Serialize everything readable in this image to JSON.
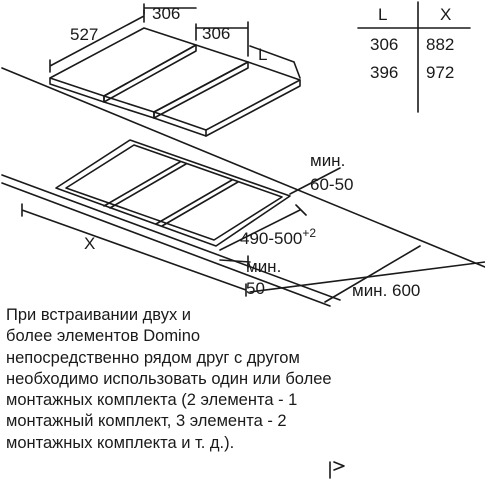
{
  "top_view": {
    "depth": "527",
    "width_1": "306",
    "width_2": "306",
    "length_label": "L"
  },
  "table": {
    "headers": [
      "L",
      "X"
    ],
    "rows": [
      [
        "306",
        "882"
      ],
      [
        "396",
        "972"
      ]
    ]
  },
  "cutout": {
    "min_back_label": "мин.",
    "min_back_value": "60-50",
    "x_label": "X",
    "depth_value": "490-500",
    "depth_tolerance": "+2",
    "min_front_label": "мин.",
    "min_front_value": "50",
    "min_side": "мин. 600"
  },
  "note": {
    "lines": [
      "При встраивании двух и",
      "более элементов Domino",
      "непосредственно рядом друг с другом",
      "необходимо использовать один или более",
      "монтажных комплекта (2 элемента - 1",
      "монтажный комплект, 3 элемента - 2",
      "монтажных комплекта и т. д.)."
    ]
  }
}
